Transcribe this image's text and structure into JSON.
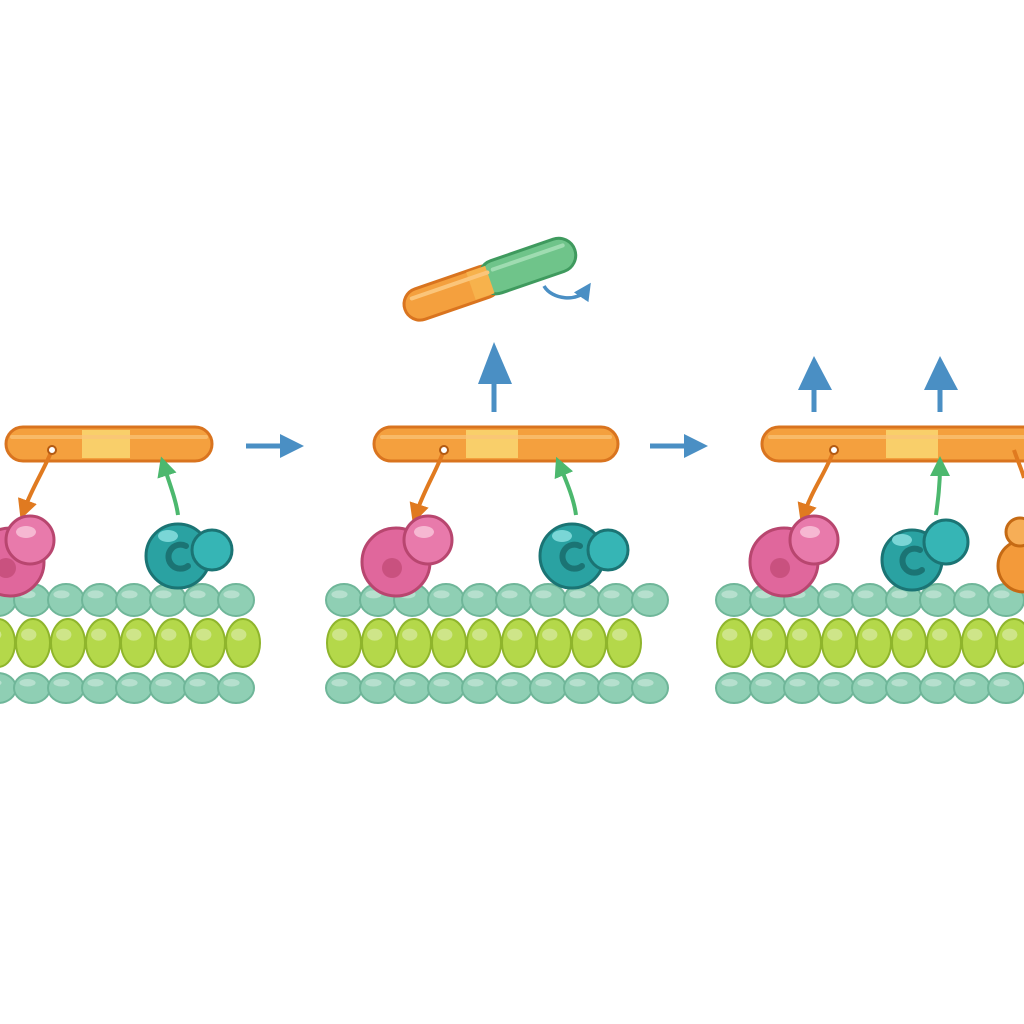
{
  "diagram": {
    "panel_count": 3,
    "colors": {
      "background": "#ffffff",
      "rod_orange": "#f4a03e",
      "rod_band": "#f9cf6a",
      "rod_outline": "#d9741f",
      "released_green": "#6fc48a",
      "pink_protein": "#e0679c",
      "teal_protein": "#2aa2a2",
      "orange_protein": "#f39a3a",
      "bead_lime": "#b4d84a",
      "bead_seafoam": "#8fcfb4",
      "arrow_blue": "#4a8fc4",
      "link_orange": "#e07a20",
      "link_green": "#4cb86e"
    },
    "panels": [
      {
        "id": "panel-1",
        "proteins": [
          "pink",
          "teal"
        ],
        "up_arrows": 0,
        "released_complex": false
      },
      {
        "id": "panel-2",
        "proteins": [
          "pink",
          "teal"
        ],
        "up_arrows": 1,
        "released_complex": true
      },
      {
        "id": "panel-3",
        "proteins": [
          "pink",
          "teal",
          "orange"
        ],
        "up_arrows": 2,
        "released_complex": false
      }
    ],
    "transition_arrows": 2,
    "icons": [
      "right-arrow-icon",
      "up-arrow-icon",
      "curl-arrow-icon"
    ]
  }
}
